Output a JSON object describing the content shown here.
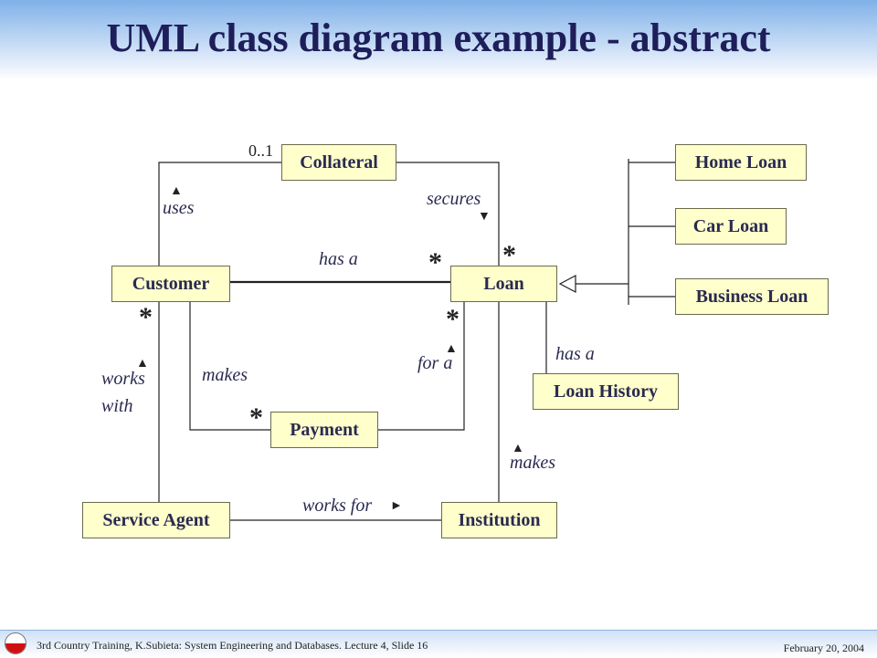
{
  "slide": {
    "title": "UML class diagram example - abstract"
  },
  "classes": {
    "collateral": "Collateral",
    "home_loan": "Home Loan",
    "car_loan": "Car Loan",
    "business_loan": "Business Loan",
    "customer": "Customer",
    "loan": "Loan",
    "loan_history": "Loan History",
    "payment": "Payment",
    "service_agent": "Service Agent",
    "institution": "Institution"
  },
  "associations": {
    "uses": "uses",
    "secures": "secures",
    "has_a_customer_loan": "has a",
    "has_a_loan_history": "has a",
    "makes_payment": "makes",
    "for_a": "for a",
    "works_with_line1": "works",
    "works_with_line2": "with",
    "makes_institution": "makes",
    "works_for": "works for"
  },
  "multiplicities": {
    "collateral_customer": "0..1",
    "loan_near_customer": "*",
    "loan_near_collateral": "*",
    "customer_bottom": "*",
    "loan_bottom": "*",
    "payment_left": "*"
  },
  "direction_arrows": {
    "up": "▲",
    "down": "▼",
    "right": "►"
  },
  "footer": {
    "left": "3rd Country Training, K.Subieta: System Engineering and Databases. Lecture 4, Slide 16",
    "right": "February 20, 2004"
  }
}
